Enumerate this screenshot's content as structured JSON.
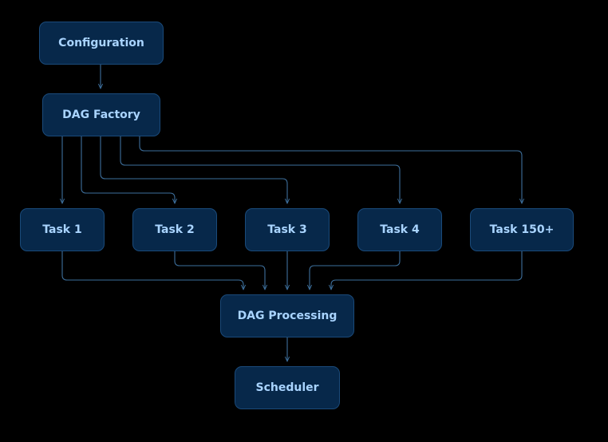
{
  "nodes": {
    "configuration": "Configuration",
    "dag_factory": "DAG Factory",
    "task_1": "Task 1",
    "task_2": "Task 2",
    "task_3": "Task 3",
    "task_4": "Task 4",
    "task_150": "Task 150+",
    "dag_processing": "DAG Processing",
    "scheduler": "Scheduler"
  },
  "edges": [
    [
      "configuration",
      "dag_factory"
    ],
    [
      "dag_factory",
      "task_1"
    ],
    [
      "dag_factory",
      "task_2"
    ],
    [
      "dag_factory",
      "task_3"
    ],
    [
      "dag_factory",
      "task_4"
    ],
    [
      "dag_factory",
      "task_150"
    ],
    [
      "task_1",
      "dag_processing"
    ],
    [
      "task_2",
      "dag_processing"
    ],
    [
      "task_3",
      "dag_processing"
    ],
    [
      "task_4",
      "dag_processing"
    ],
    [
      "task_150",
      "dag_processing"
    ],
    [
      "dag_processing",
      "scheduler"
    ]
  ],
  "colors": {
    "background": "#000000",
    "node_fill": "#07284a",
    "node_border": "#1a4a7a",
    "node_text": "#a9d4ff",
    "edge": "#3d6f9c"
  }
}
